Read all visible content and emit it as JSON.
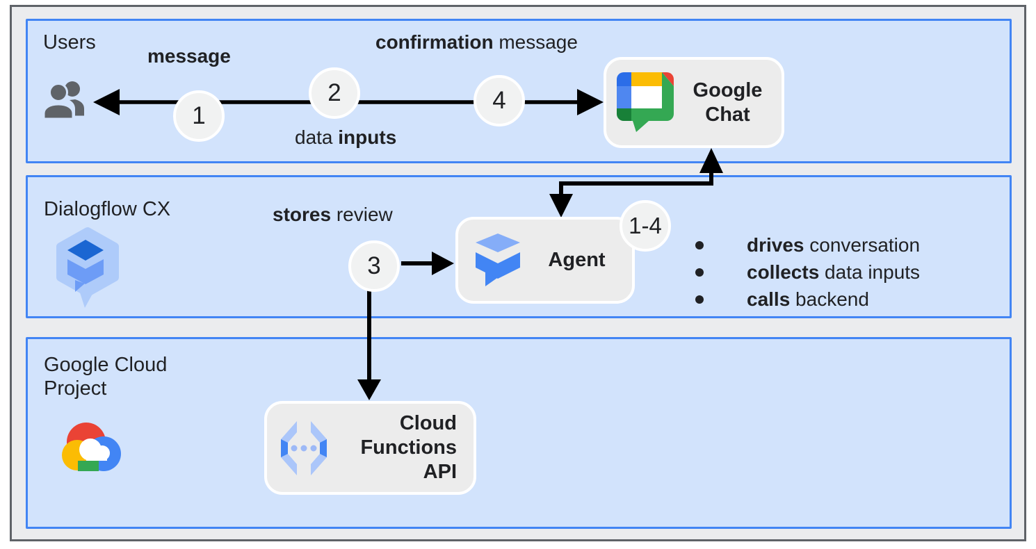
{
  "bands": {
    "users": {
      "label": "Users"
    },
    "dialogflow": {
      "label": "Dialogflow CX"
    },
    "gcp": {
      "label": "Google Cloud Project"
    }
  },
  "nodes": {
    "google_chat": {
      "label": "Google Chat"
    },
    "agent": {
      "label": "Agent",
      "badge": "1-4"
    },
    "cloud_functions": {
      "label": "Cloud Functions API"
    }
  },
  "steps": {
    "s1": "1",
    "s2": "2",
    "s3": "3",
    "s4": "4"
  },
  "edge_labels": {
    "message": {
      "bold": "message",
      "rest": ""
    },
    "confirmation_message": {
      "bold": "confirmation",
      "rest": " message"
    },
    "data_inputs": {
      "pre": "data ",
      "bold": "inputs"
    },
    "stores_review": {
      "bold": "stores",
      "rest": " review"
    }
  },
  "agent_bullets": [
    {
      "bold": "drives",
      "rest": " conversation"
    },
    {
      "bold": "collects",
      "rest": " data inputs"
    },
    {
      "bold": "calls",
      "rest": " backend"
    }
  ],
  "icons": {
    "users": "users-icon",
    "dialogflow_cx": "dialogflow-cx-icon",
    "dialogflow_agent": "dialogflow-agent-icon",
    "google_chat": "google-chat-icon",
    "google_cloud": "google-cloud-icon",
    "cloud_functions": "cloud-functions-icon"
  },
  "colors": {
    "band_fill": "#d2e3fc",
    "band_border": "#4285f4",
    "node_fill": "#ececec",
    "node_border": "#ffffff",
    "canvas_fill": "#ebecee",
    "frame_border": "#5f6368",
    "arrow": "#000000",
    "text": "#202124",
    "step_circle_fill": "#f1f2f2",
    "google_blue": "#4285f4",
    "google_red": "#ea4335",
    "google_yellow": "#fbbc04",
    "google_green": "#34a853",
    "google_dark_green": "#188038",
    "blue_200": "#aecbfa",
    "blue_400": "#6d9cf6",
    "blue_700": "#1b66d2",
    "icon_gray": "#5f6368"
  }
}
